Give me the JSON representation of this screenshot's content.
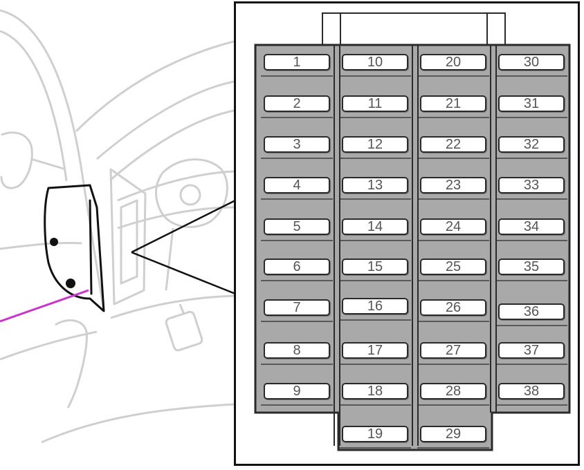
{
  "colors": {
    "panel_fill": "#a9a9a9",
    "panel_stroke": "#2a2a2a",
    "fuse_fill": "#ffffff",
    "car_line": "#c8c8c8",
    "pointer_line": "#cc33cc"
  },
  "fuse_panel": {
    "columns": [
      {
        "column": 1,
        "fuses": [
          "1",
          "2",
          "3",
          "4",
          "5",
          "6",
          "7",
          "8",
          "9"
        ]
      },
      {
        "column": 2,
        "fuses": [
          "10",
          "11",
          "12",
          "13",
          "14",
          "15",
          "16",
          "17",
          "18",
          "19"
        ]
      },
      {
        "column": 3,
        "fuses": [
          "20",
          "21",
          "22",
          "23",
          "24",
          "25",
          "26",
          "27",
          "28",
          "29"
        ]
      },
      {
        "column": 4,
        "fuses": [
          "30",
          "31",
          "32",
          "33",
          "34",
          "35",
          "36",
          "37",
          "38"
        ]
      }
    ]
  }
}
